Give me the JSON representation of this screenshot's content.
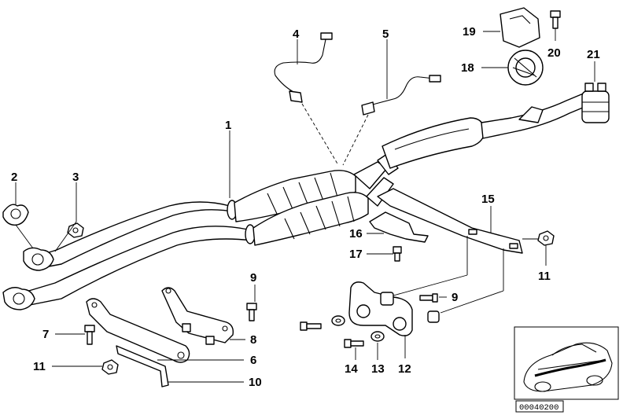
{
  "labels": {
    "p1": "1",
    "p2": "2",
    "p3": "3",
    "p4": "4",
    "p5": "5",
    "p6": "6",
    "p7": "7",
    "p8": "8",
    "p9a": "9",
    "p9b": "9",
    "p10": "10",
    "p11a": "11",
    "p11b": "11",
    "p12": "12",
    "p13": "13",
    "p14": "14",
    "p15": "15",
    "p16": "16",
    "p17": "17",
    "p18": "18",
    "p19": "19",
    "p20": "20",
    "p21": "21"
  },
  "reference_code": "00040200"
}
